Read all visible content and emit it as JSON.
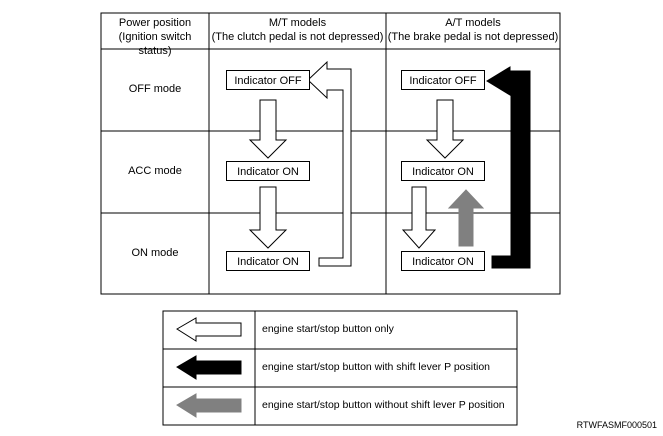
{
  "table": {
    "col1_header": [
      "Power position",
      "(Ignition switch status)"
    ],
    "col2_header": [
      "M/T models",
      "(The clutch pedal is not depressed)"
    ],
    "col3_header": [
      "A/T models",
      "(The brake pedal is not depressed)"
    ],
    "rows": [
      "OFF mode",
      "ACC mode",
      "ON mode"
    ]
  },
  "mt": {
    "off": "Indicator OFF",
    "acc": "Indicator ON",
    "on": "Indicator ON"
  },
  "at": {
    "off": "Indicator OFF",
    "acc": "Indicator ON",
    "on": "Indicator ON"
  },
  "legend": [
    {
      "style": "white",
      "color": "#ffffff",
      "label": "engine start/stop button only"
    },
    {
      "style": "black",
      "color": "#000000",
      "label": "engine start/stop button with shift lever P position"
    },
    {
      "style": "gray",
      "color": "#808080",
      "label": "engine start/stop button without shift lever P position"
    }
  ],
  "code": "RTWFASMF000501"
}
